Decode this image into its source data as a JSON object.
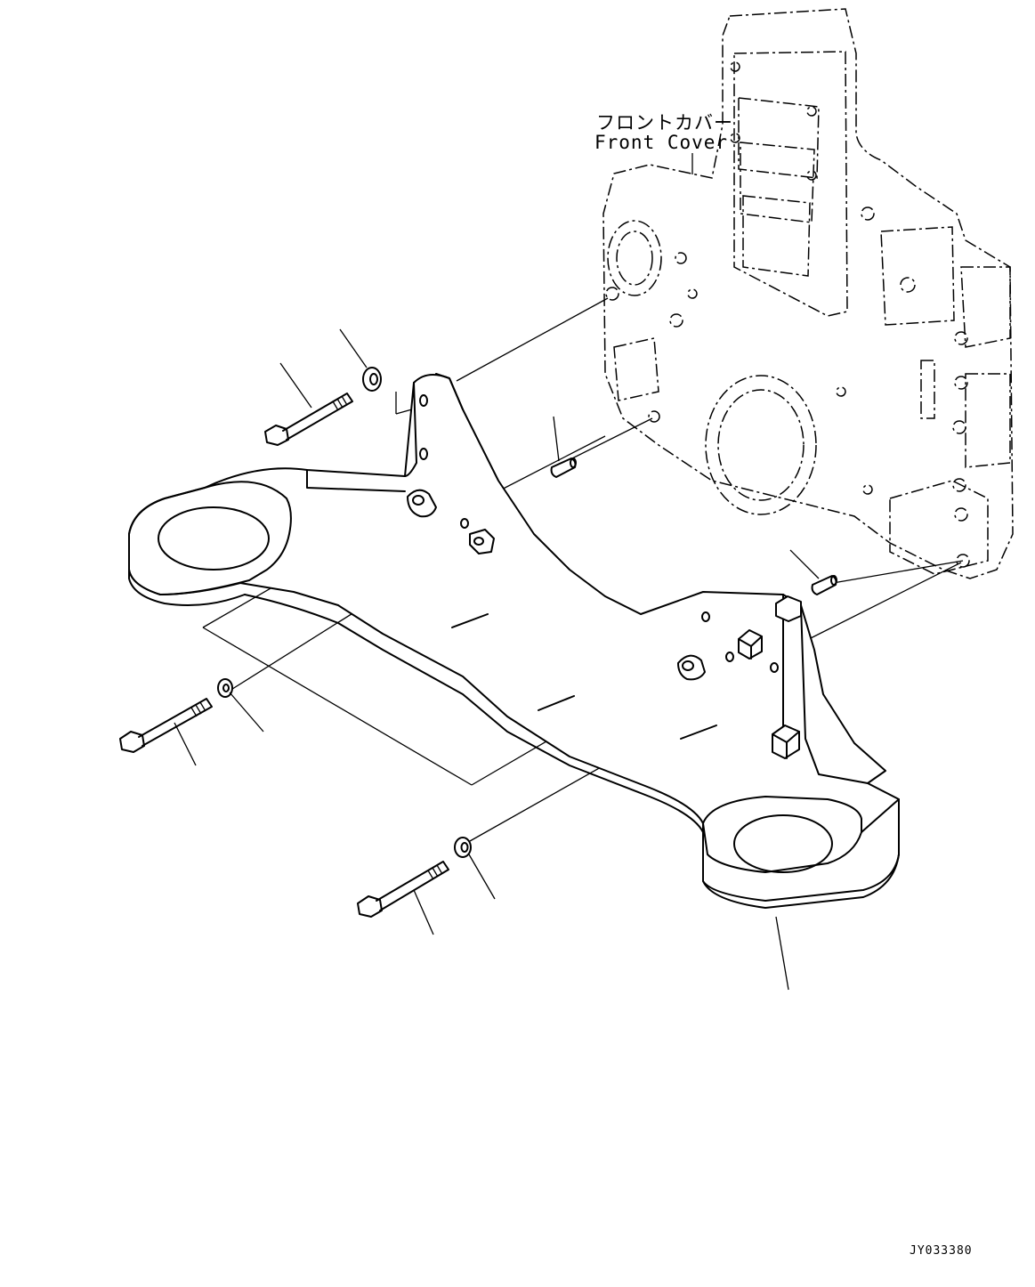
{
  "callout": {
    "label_jp": "フロントカバー",
    "label_en": "Front Cover"
  },
  "drawing_code": "JY033380",
  "parts": [
    {
      "id": "front-cover",
      "icon": "front-cover-icon"
    },
    {
      "id": "front-support-bracket",
      "icon": "bracket-icon"
    },
    {
      "id": "bolt",
      "icon": "bolt-icon",
      "count": 3
    },
    {
      "id": "washer",
      "icon": "washer-icon",
      "count": 3
    },
    {
      "id": "dowel-pin",
      "icon": "dowel-pin-icon",
      "count": 2
    }
  ]
}
